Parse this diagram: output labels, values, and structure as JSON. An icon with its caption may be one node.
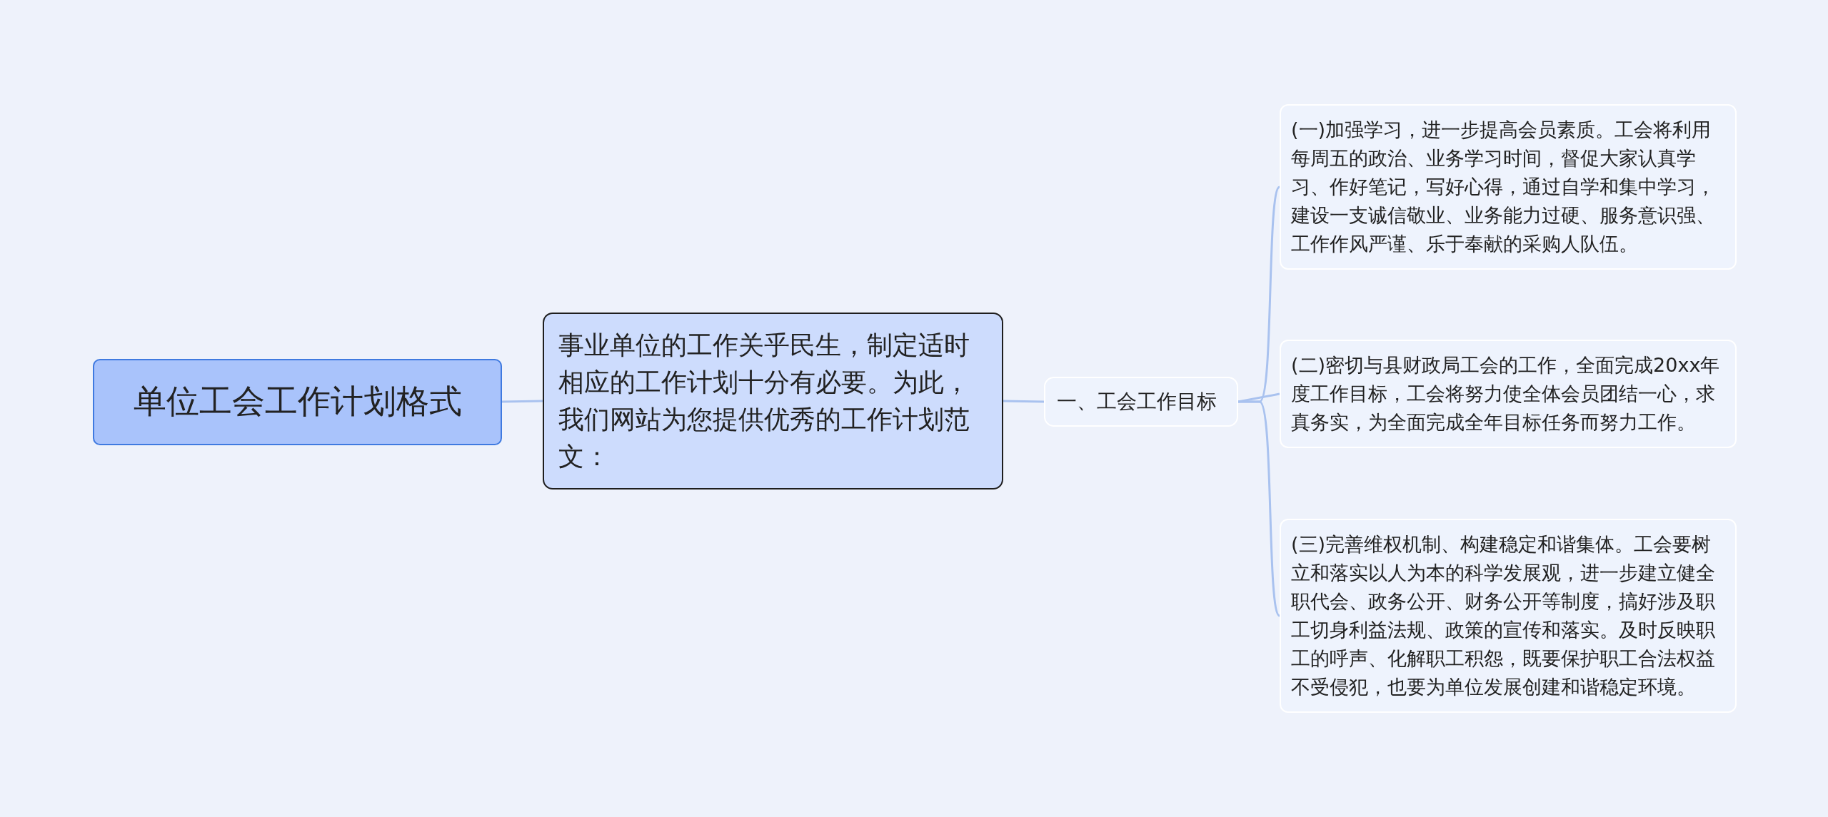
{
  "diagram": {
    "nodes": [
      {
        "text": [
          "单位工会工作计划格式"
        ]
      },
      {
        "text": [
          "事业单位的工作关乎民生，制定适时相应的工作计划十分有必要。为此，我们网站为您提供优秀的工作计划范文："
        ]
      },
      {
        "text": [
          "一、工会工作目标"
        ]
      },
      {
        "text": [
          "(一)加强学习，进一步提高会员素质。工会将利用每周五的政治、业务学习时间，督促大家认真学习、作好笔记，写好心得，通过自学和集中学习，建设一支诚信敬业、业务能力过硬、服务意识强、工作作风严谨、乐于奉献的采购人队伍。"
        ]
      },
      {
        "text": [
          "(二)密切与县财政局工会的工作，全面完成20xx年度工作目标，工会将努力使全体会员团结一心，求真务实，为全面完成全年目标任务而努力工作。"
        ]
      },
      {
        "text": [
          "(三)完善维权机制、构建稳定和谐集体。工会要树立和落实以人为本的科学发展观，进一步建立健全职代会、政务公开、财务公开等制度，搞好涉及职工切身利益法规、政策的宣传和落实。及时反映职工的呼声、化解职工积怨，既要保护职工合法权益不受侵犯，也要为单位发展创建和谐稳定环境。"
        ]
      }
    ],
    "edges": [
      {
        "from": 0,
        "to": 1,
        "arrow": "none"
      },
      {
        "from": 1,
        "to": 2,
        "arrow": "none"
      },
      {
        "from": 2,
        "to": 3,
        "arrow": "none"
      },
      {
        "from": 2,
        "to": 4,
        "arrow": "none"
      },
      {
        "from": 2,
        "to": 5,
        "arrow": "none"
      }
    ]
  }
}
